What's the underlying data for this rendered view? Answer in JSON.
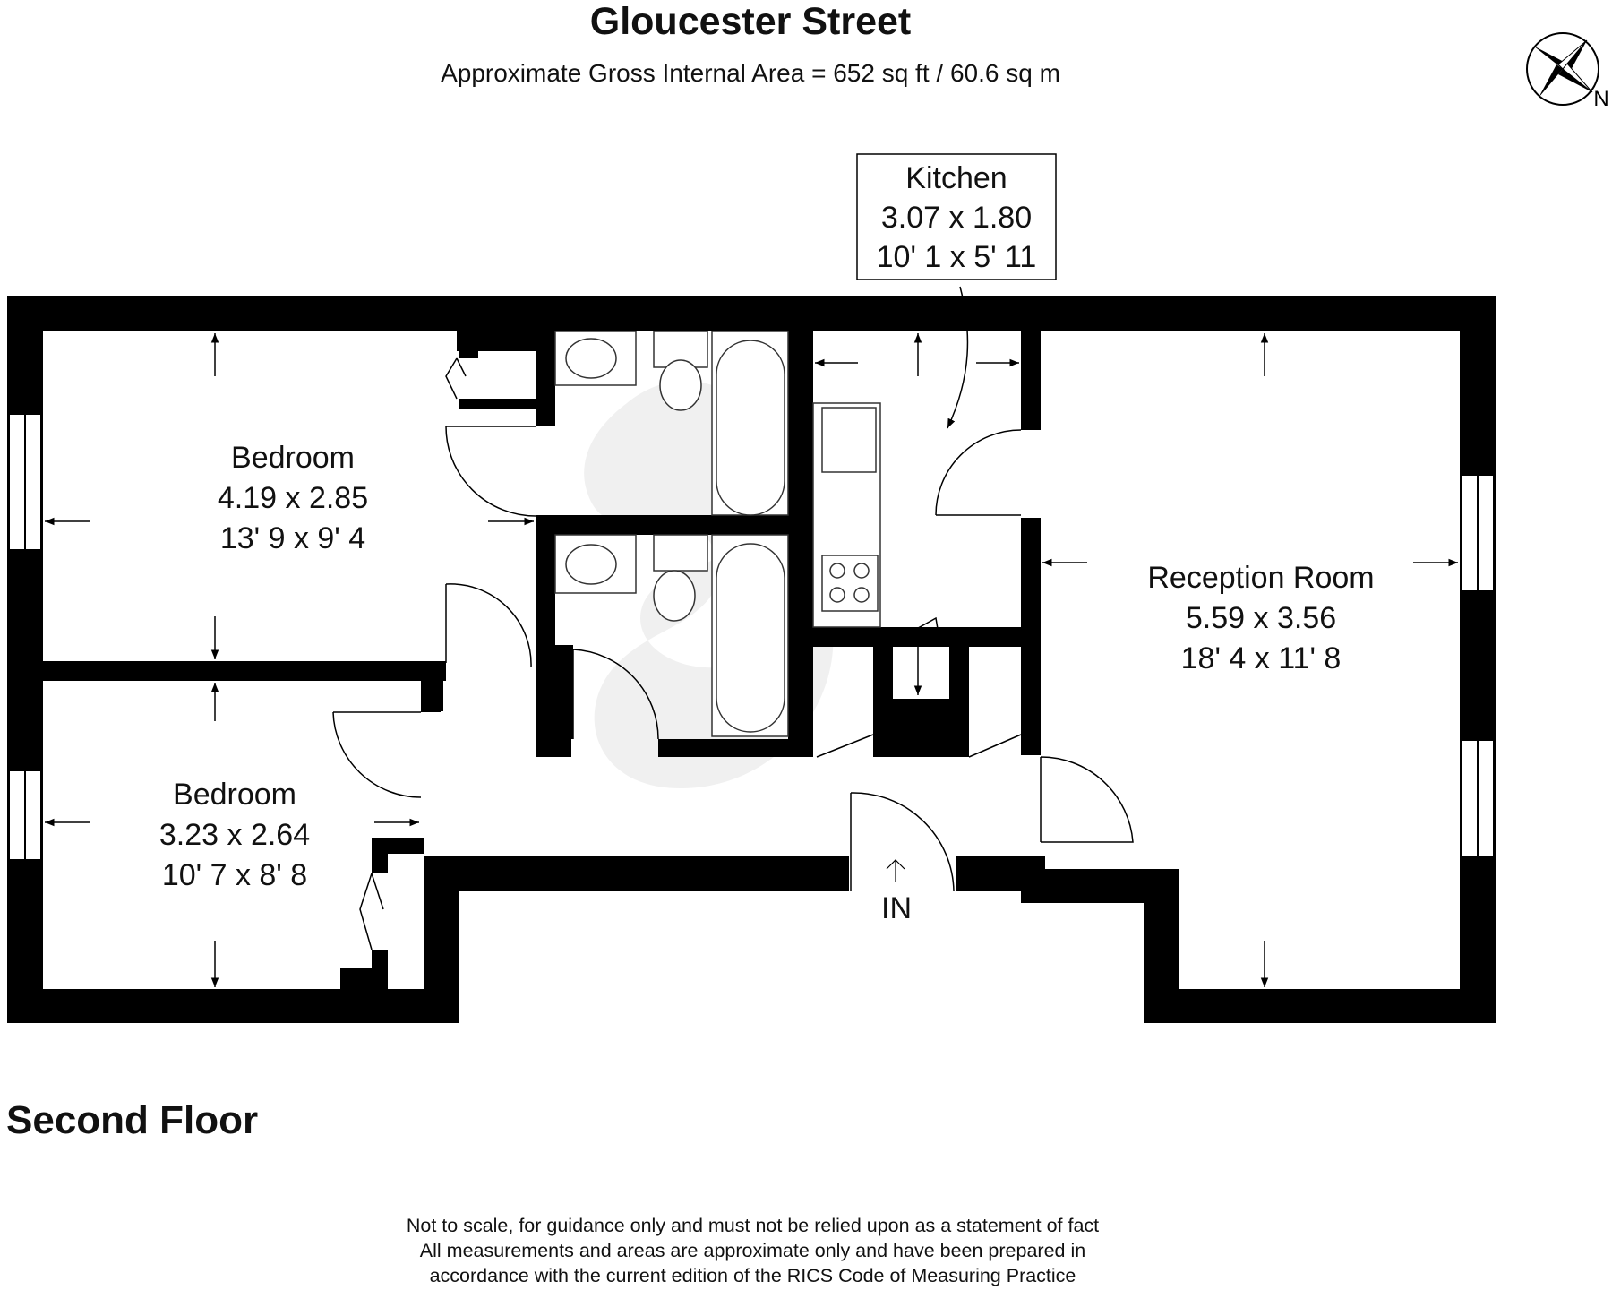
{
  "header": {
    "title": "Gloucester Street",
    "subtitle": "Approximate Gross Internal Area = 652 sq ft / 60.6 sq m"
  },
  "compass": {
    "label": "N",
    "icon": "compass-rose-icon"
  },
  "rooms": {
    "kitchen": {
      "name": "Kitchen",
      "metric": "3.07 x 1.80",
      "imperial": "10' 1 x 5' 11"
    },
    "bedroom_1": {
      "name": "Bedroom",
      "metric": "4.19 x 2.85",
      "imperial": "13' 9 x 9' 4"
    },
    "bedroom_2": {
      "name": "Bedroom",
      "metric": "3.23 x 2.64",
      "imperial": "10' 7 x 8' 8"
    },
    "reception": {
      "name": "Reception Room",
      "metric": "5.59 x 3.56",
      "imperial": "18' 4 x 11' 8"
    }
  },
  "entrance": {
    "label": "IN"
  },
  "floor": {
    "label": "Second Floor"
  },
  "disclaimer": {
    "line1": "Not to scale, for guidance only and must not be relied upon as a statement of fact",
    "line2": "All measurements and areas are approximate only and have been prepared in",
    "line3": "accordance with the current edition of the RICS Code of Measuring Practice"
  },
  "colors": {
    "wall": "#000000",
    "watermark": "#eeeeee",
    "fixture_stroke": "#333333"
  }
}
